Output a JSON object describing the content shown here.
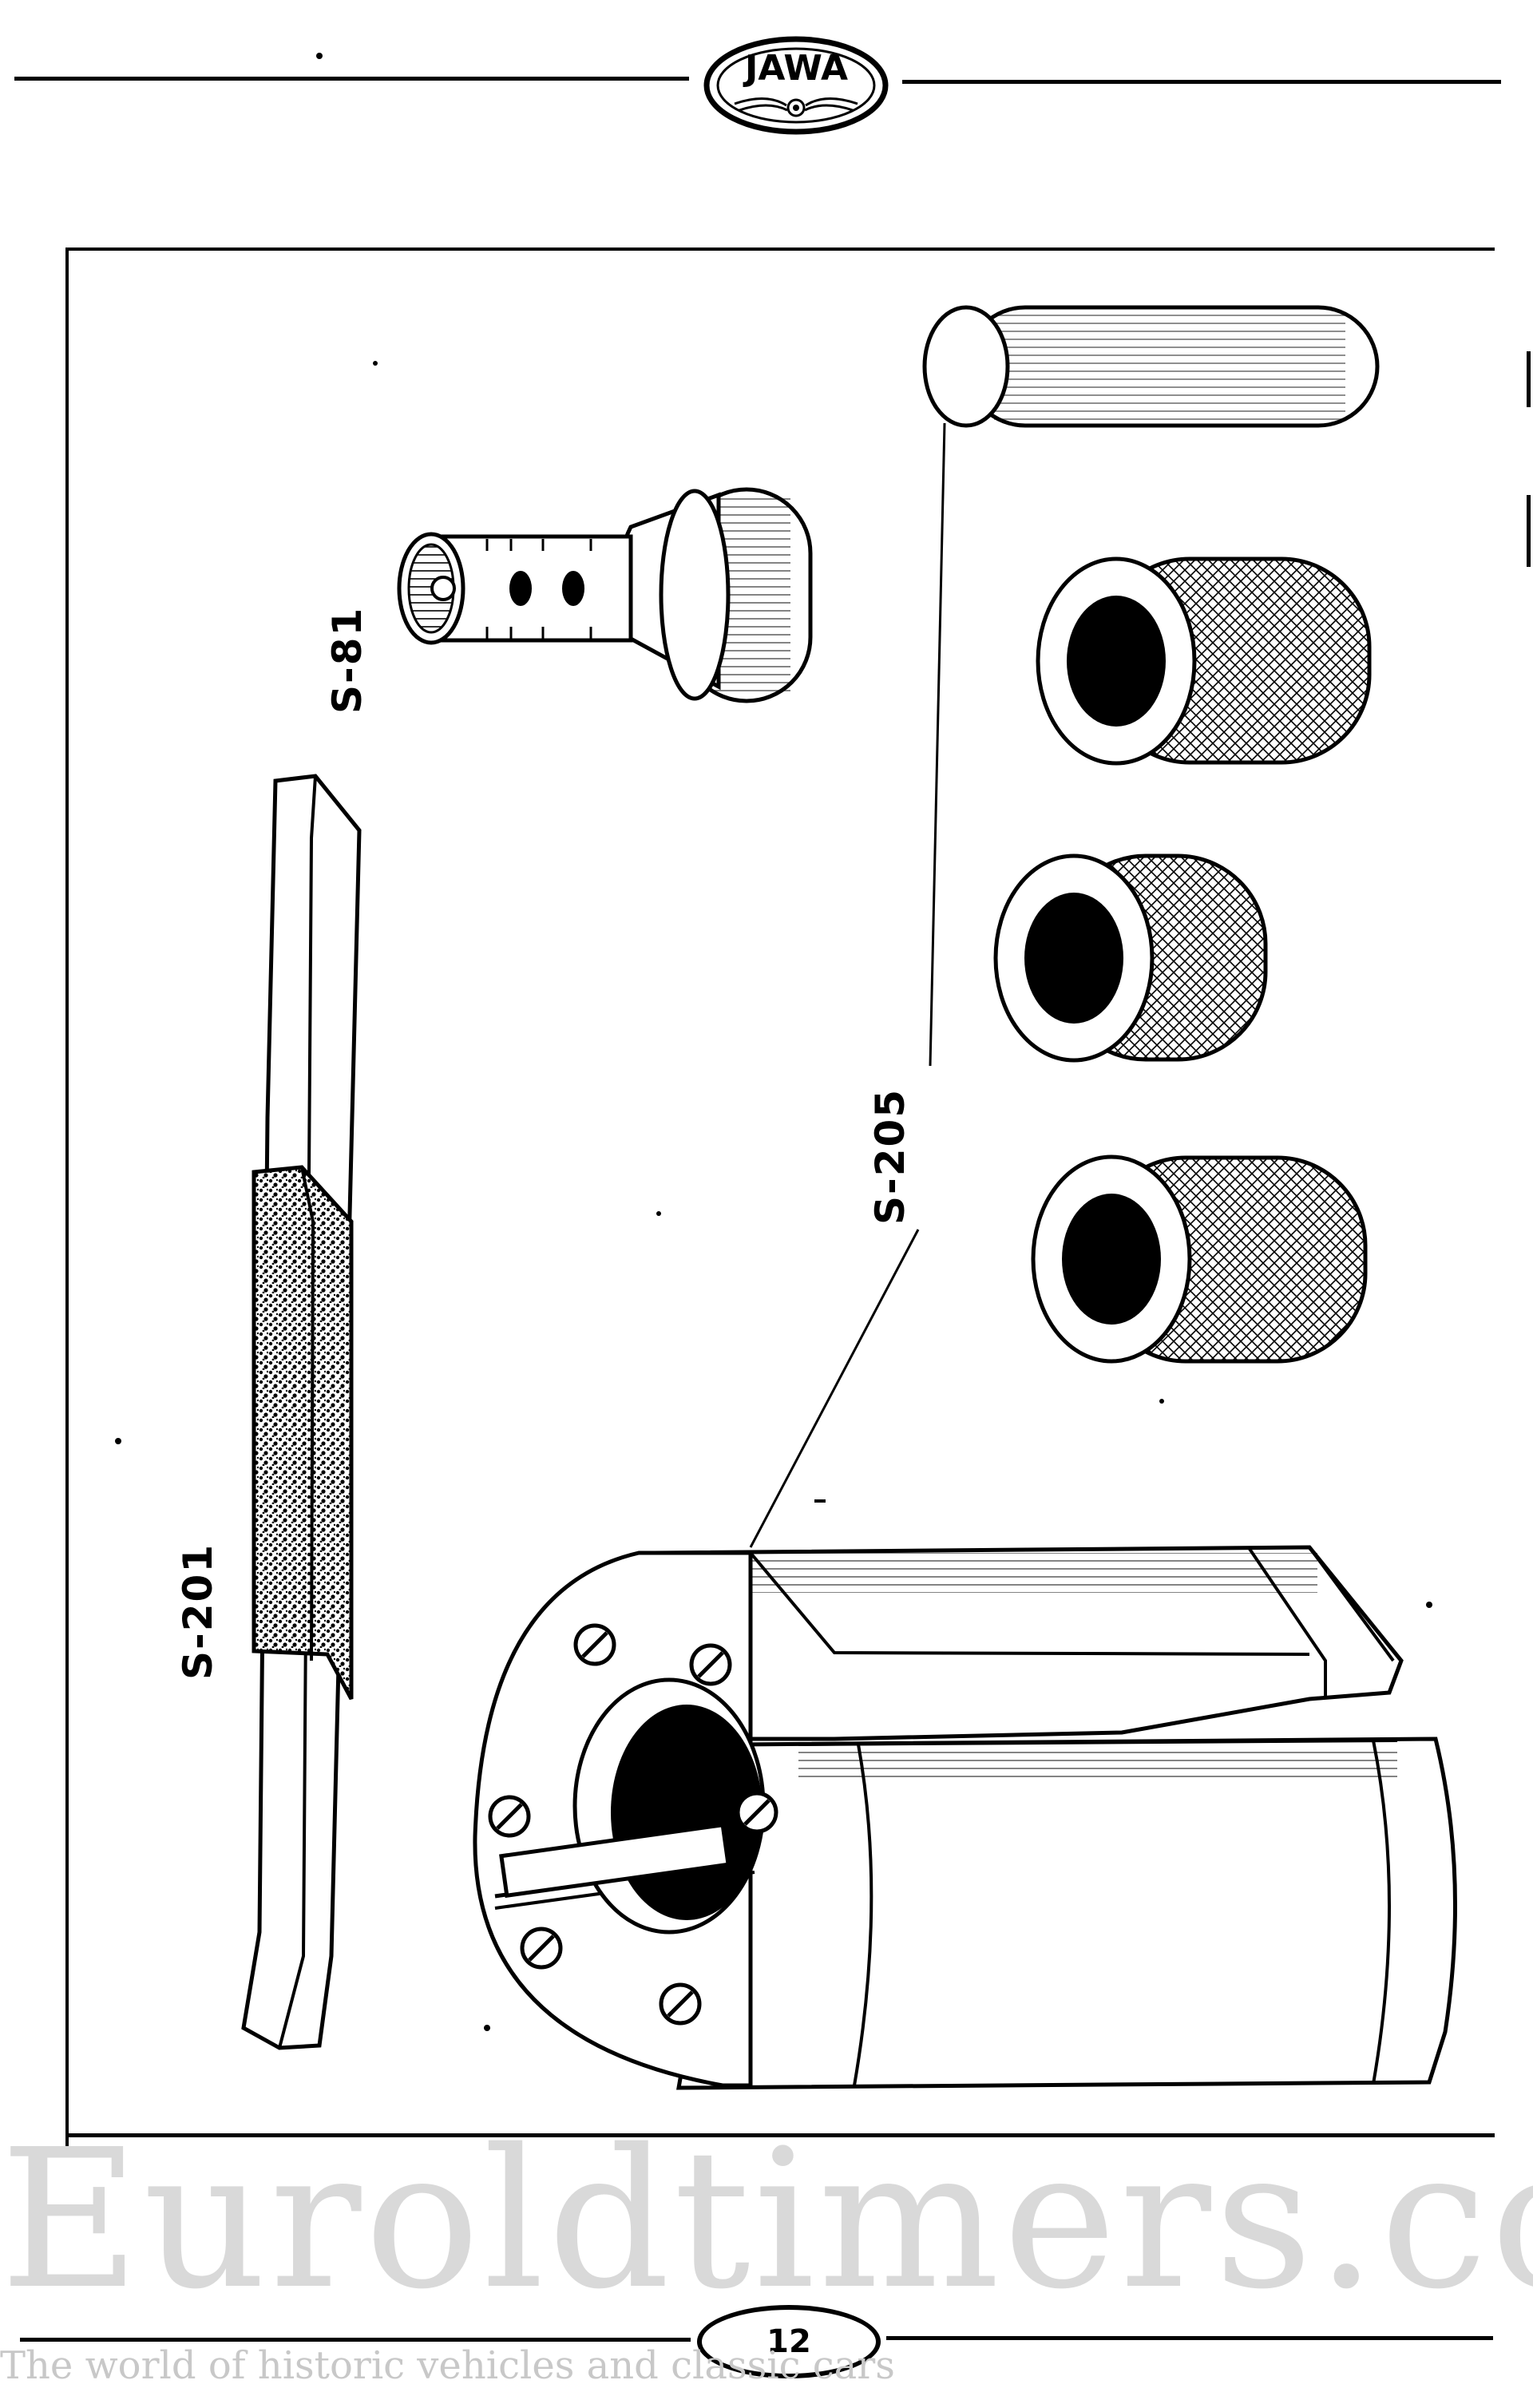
{
  "header": {
    "logo_text": "JAWA"
  },
  "labels": {
    "s81": "S-81",
    "s201": "S-201",
    "s205": "S-205"
  },
  "footer": {
    "page_number": "12"
  },
  "watermark": {
    "brand": "Euroldtimers.com",
    "tagline": "The world of historic vehicles and classic cars"
  }
}
